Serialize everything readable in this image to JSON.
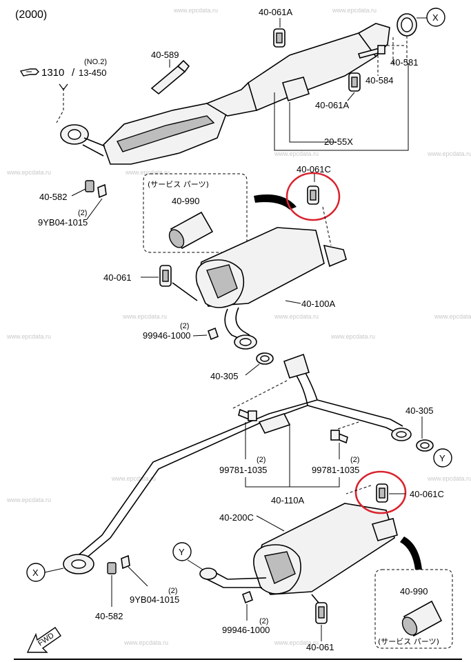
{
  "header": {
    "year": "(2000)"
  },
  "reference": {
    "ref_number": "1310",
    "ref_separator": "/",
    "ref_page": "13-450",
    "ref_note": "(NO.2)"
  },
  "labels": {
    "p40_061A_top": "40-061A",
    "p40_589": "40-589",
    "p40_581": "40-581",
    "p40_584": "40-584",
    "p40_061A_mid": "40-061A",
    "p20_55X": "20-55X",
    "p40_582_top": "40-582",
    "qty_9YB04_top": "(2)",
    "p9YB04_1015_top": "9YB04-1015",
    "p40_061C_top": "40-061C",
    "service_parts_top": "(サービス パーツ)",
    "p40_990_top": "40-990",
    "p40_061_left": "40-061",
    "p40_100A": "40-100A",
    "qty_99946_top": "(2)",
    "p99946_1000_top": "99946-1000",
    "p40_305_left": "40-305",
    "p40_305_right": "40-305",
    "qty_99781_left": "(2)",
    "p99781_1035_left": "99781-1035",
    "qty_99781_right": "(2)",
    "p99781_1035_right": "99781-1035",
    "p40_110A": "40-110A",
    "p40_061C_bottom": "40-061C",
    "p40_200C": "40-200C",
    "qty_9YB04_bottom": "(2)",
    "p9YB04_1015_bottom": "9YB04-1015",
    "p40_582_bottom": "40-582",
    "qty_99946_bottom": "(2)",
    "p99946_1000_bottom": "99946-1000",
    "p40_061_bottom": "40-061",
    "p40_990_bottom": "40-990",
    "service_parts_bottom": "(サービス パーツ)"
  },
  "connectors": {
    "x_top": "X",
    "y_right": "Y",
    "x_bottom": "X",
    "y_bottom": "Y"
  },
  "fwd_label": "FWD",
  "watermark": "www.epcdata.ru",
  "highlight_color": "#d9232e"
}
